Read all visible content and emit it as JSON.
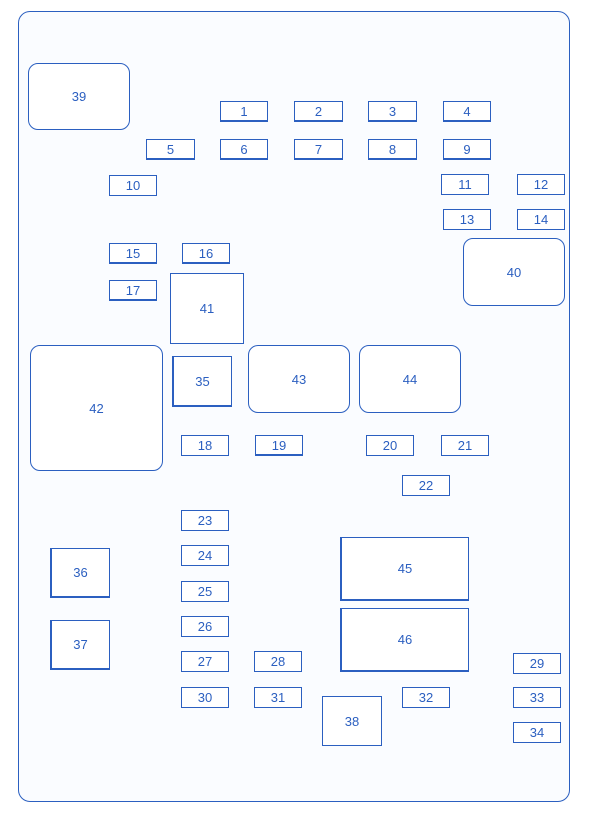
{
  "diagram": {
    "labels": {
      "b1": "1",
      "b2": "2",
      "b3": "3",
      "b4": "4",
      "b5": "5",
      "b6": "6",
      "b7": "7",
      "b8": "8",
      "b9": "9",
      "b10": "10",
      "b11": "11",
      "b12": "12",
      "b13": "13",
      "b14": "14",
      "b15": "15",
      "b16": "16",
      "b17": "17",
      "b18": "18",
      "b19": "19",
      "b20": "20",
      "b21": "21",
      "b22": "22",
      "b23": "23",
      "b24": "24",
      "b25": "25",
      "b26": "26",
      "b27": "27",
      "b28": "28",
      "b29": "29",
      "b30": "30",
      "b31": "31",
      "b32": "32",
      "b33": "33",
      "b34": "34",
      "b35": "35",
      "b36": "36",
      "b37": "37",
      "b38": "38",
      "b39": "39",
      "b40": "40",
      "b41": "41",
      "b42": "42",
      "b43": "43",
      "b44": "44",
      "b45": "45",
      "b46": "46"
    },
    "colors": {
      "line": "#2b5fc0",
      "text": "#2b5fc0",
      "background": "#ffffff"
    }
  }
}
